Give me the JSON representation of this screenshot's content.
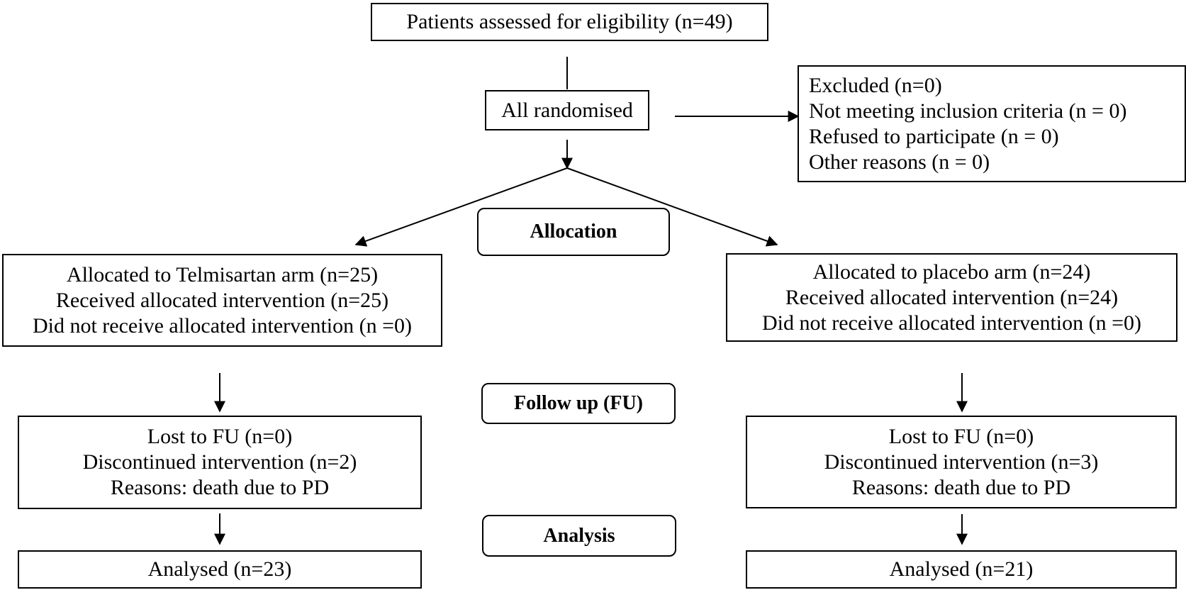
{
  "top": {
    "assessed": "Patients assessed for eligibility (n=49)",
    "randomised": "All randomised"
  },
  "excluded": {
    "lines": [
      "Excluded (n=0)",
      "Not meeting inclusion criteria (n = 0)",
      "Refused to participate (n = 0)",
      "Other reasons (n = 0)"
    ]
  },
  "stages": {
    "allocation": "Allocation",
    "follow_up": "Follow up (FU)",
    "analysis": "Analysis"
  },
  "left_arm": {
    "allocation": [
      "Allocated to Telmisartan arm (n=25)",
      "Received allocated intervention (n=25)",
      "Did not receive allocated intervention (n =0)"
    ],
    "follow_up": [
      "Lost to FU (n=0)",
      "Discontinued intervention (n=2)",
      "Reasons: death due to PD"
    ],
    "analysis": "Analysed (n=23)"
  },
  "right_arm": {
    "allocation": [
      "Allocated to placebo arm (n=24)",
      "Received allocated intervention (n=24)",
      "Did not receive allocated intervention (n =0)"
    ],
    "follow_up": [
      "Lost to FU (n=0)",
      "Discontinued intervention (n=3)",
      "Reasons: death due to PD"
    ],
    "analysis": "Analysed (n=21)"
  }
}
